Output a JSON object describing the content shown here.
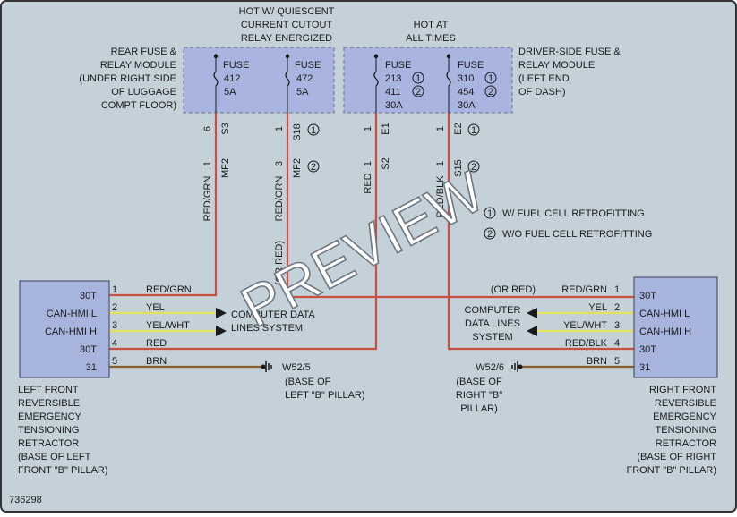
{
  "diagram_id": "736298",
  "watermark": "PREVIEW",
  "fuse_block_rear": {
    "label": [
      "REAR FUSE &",
      "RELAY MODULE",
      "(UNDER RIGHT SIDE",
      "OF LUGGAGE",
      "COMPT FLOOR)"
    ],
    "power_label": [
      "HOT W/ QUIESCENT",
      "CURRENT CUTOUT",
      "RELAY ENERGIZED"
    ],
    "fuses": [
      {
        "word": "FUSE",
        "number": "412",
        "rating": "5A",
        "pin": "6",
        "terminal": "S3"
      },
      {
        "word": "FUSE",
        "number": "472",
        "rating": "5A",
        "pin": "1",
        "terminal": "S18"
      }
    ]
  },
  "fuse_block_driver": {
    "label": [
      "DRIVER-SIDE FUSE &",
      "RELAY MODULE",
      "(LEFT END",
      "OF DASH)"
    ],
    "power_label": [
      "HOT AT",
      "ALL TIMES"
    ],
    "fuses": [
      {
        "word": "FUSE",
        "number_a": "213",
        "number_b": "411",
        "rating": "30A",
        "pin": "1",
        "terminal": "E1"
      },
      {
        "word": "FUSE",
        "number_a": "310",
        "number_b": "454",
        "rating": "30A",
        "pin": "1",
        "terminal": "E2"
      }
    ]
  },
  "callouts": {
    "one": "1",
    "two": "2"
  },
  "legend": [
    {
      "marker": "1",
      "text": "W/ FUEL CELL RETROFITTING"
    },
    {
      "marker": "2",
      "text": "W/O FUEL CELL RETROFITTING"
    }
  ],
  "connector_labels": {
    "mf2_pin1": "1",
    "mf2_pin3": "3",
    "mf2": "MF2",
    "s2_pin": "1",
    "s2": "S2",
    "s15_pin": "1",
    "s15": "S15"
  },
  "wire_labels": {
    "red_grn": "RED/GRN",
    "red": "RED",
    "red_blk": "RED/BLK",
    "or_red": "(OR RED)",
    "yel": "YEL",
    "yel_wht": "YEL/WHT",
    "brn": "BRN"
  },
  "left_module": {
    "pins": [
      {
        "label": "30T",
        "num": "1",
        "wire": "RED/GRN"
      },
      {
        "label": "CAN-HMI L",
        "num": "2",
        "wire": "YEL"
      },
      {
        "label": "CAN-HMI H",
        "num": "3",
        "wire": "YEL/WHT"
      },
      {
        "label": "30T",
        "num": "4",
        "wire": "RED"
      },
      {
        "label": "31",
        "num": "5",
        "wire": "BRN"
      }
    ],
    "name": [
      "LEFT FRONT",
      "REVERSIBLE",
      "EMERGENCY",
      "TENSIONING",
      "RETRACTOR",
      "(BASE OF LEFT",
      "FRONT \"B\" PILLAR)"
    ]
  },
  "right_module": {
    "pins": [
      {
        "label": "30T",
        "num": "1",
        "wire": "RED/GRN"
      },
      {
        "label": "CAN-HMI L",
        "num": "2",
        "wire": "YEL"
      },
      {
        "label": "CAN-HMI H",
        "num": "3",
        "wire": "YEL/WHT"
      },
      {
        "label": "30T",
        "num": "4",
        "wire": "RED/BLK"
      },
      {
        "label": "31",
        "num": "5",
        "wire": "BRN"
      }
    ],
    "name": [
      "RIGHT FRONT",
      "REVERSIBLE",
      "EMERGENCY",
      "TENSIONING",
      "RETRACTOR",
      "(BASE OF RIGHT",
      "FRONT \"B\" PILLAR)"
    ]
  },
  "data_lines_left": [
    "COMPUTER DATA",
    "LINES SYSTEM"
  ],
  "data_lines_right": [
    "COMPUTER",
    "DATA LINES",
    "SYSTEM"
  ],
  "ground_left": {
    "id": "W52/5",
    "location": [
      "(BASE OF",
      "LEFT \"B\" PILLAR)"
    ]
  },
  "ground_right": {
    "id": "W52/6",
    "location": [
      "(BASE OF",
      "RIGHT \"B\"",
      "PILLAR)"
    ]
  },
  "colors": {
    "background": "#c4d1d9",
    "module_fill": "#a7b4de",
    "fuse_box_fill": "#a9b4e0",
    "wire_red": "#c9503e",
    "wire_yellow": "#e6e15a",
    "wire_brown": "#8c5b2c",
    "ink": "#1a1a1a"
  }
}
